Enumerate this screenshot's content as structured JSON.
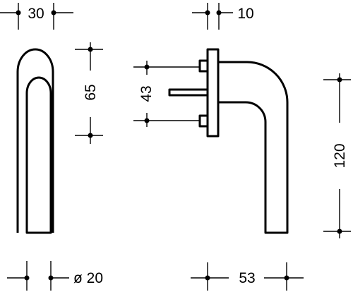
{
  "dimensions": {
    "front_width": "30",
    "spindle_spacing_outer": "65",
    "diameter": "ø 20",
    "rose_thickness": "10",
    "screw_spacing": "43",
    "height": "120",
    "projection": "53"
  },
  "colors": {
    "line": "#000000",
    "background": "#ffffff"
  }
}
